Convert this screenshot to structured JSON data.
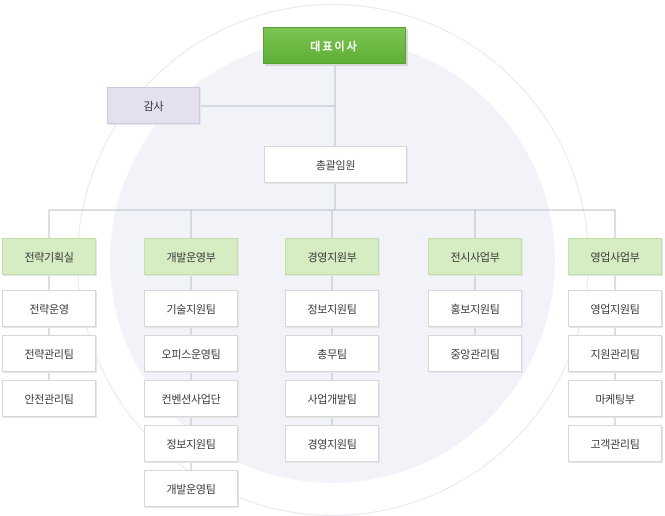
{
  "ceo": "대표이사",
  "audit": "감사",
  "general_director": "총괄임원",
  "departments": [
    {
      "name": "전략기획실",
      "teams": [
        "전략운영",
        "전략관리팀",
        "안전관리팀"
      ]
    },
    {
      "name": "개발운영부",
      "teams": [
        "기술지원팀",
        "오피스운영팀",
        "컨벤션사업단",
        "정보지원팀",
        "개발운영팀"
      ]
    },
    {
      "name": "경영지원부",
      "teams": [
        "정보지원팀",
        "총무팀",
        "사업개발팀",
        "경영지원팀"
      ]
    },
    {
      "name": "전시사업부",
      "teams": [
        "홍보지원팀",
        "중앙관리팀"
      ]
    },
    {
      "name": "영업사업부",
      "teams": [
        "영업지원팀",
        "지원관리팀",
        "마케팅부",
        "고객관리팀"
      ]
    }
  ],
  "colors": {
    "ceo": "#6cba45",
    "audit": "#e4e0ef",
    "department": "#d6ecc2",
    "line": "#b8bdc8",
    "ring": "#f1f3f9"
  }
}
